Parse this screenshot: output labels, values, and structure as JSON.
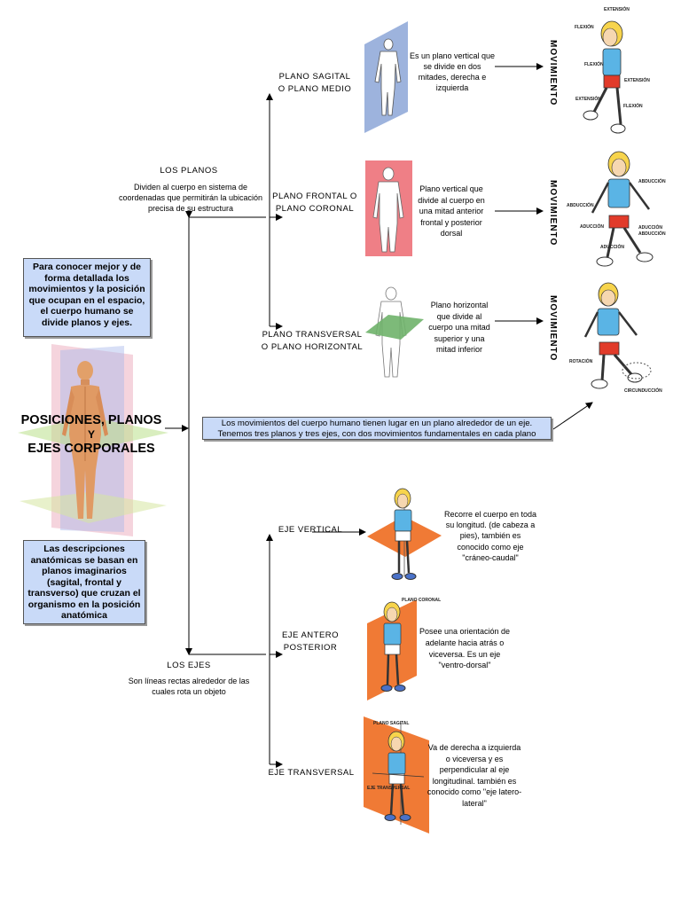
{
  "intro_box": "Para conocer mejor y de forma detallada los movimientos y la posición que ocupan en el espacio, el cuerpo humano se divide planos y ejes.",
  "main_title": {
    "line1": "POSICIONES, PLANOS",
    "line2": "Y",
    "line3": "EJES CORPORALES"
  },
  "descriptions_box": "Las descripciones anatómicas se basan en planos imaginarios (sagital, frontal y transverso) que cruzan el organismo en la posición anatómica",
  "planes": {
    "heading": "LOS PLANOS",
    "description": "Dividen al cuerpo en sistema de coordenadas que permitirán la ubicación precisa de su estructura",
    "items": [
      {
        "name_l1": "PLANO SAGITAL",
        "name_l2": "O PLANO MEDIO",
        "description": "Es un plano vertical que se divide en dos mitades, derecha e izquierda",
        "color": "#9db3dd"
      },
      {
        "name_l1": "PLANO FRONTAL O",
        "name_l2": "PLANO CORONAL",
        "description": "Plano vertical que divide al cuerpo en una mitad anterior frontal y posterior dorsal",
        "color": "#ef7f86"
      },
      {
        "name_l1": "PLANO TRANSVERSAL",
        "name_l2": "O PLANO HORIZONTAL",
        "description": "Plano horizontal que divide al cuerpo una mitad superior y una mitad inferior",
        "color": "#6fb36a"
      }
    ]
  },
  "movement_label": "MOVIMIENTO",
  "movement_figures": {
    "fig1": [
      "EXTENSIÓN",
      "FLEXIÓN",
      "FLEXIÓN",
      "EXTENSIÓN",
      "EXTENSIÓN",
      "FLEXIÓN"
    ],
    "fig2": [
      "ABDUCCIÓN",
      "ABDUCCIÓN",
      "ADUCCIÓN",
      "ADUCCIÓN",
      "ABDUCCIÓN",
      "ADUCCIÓN"
    ],
    "fig3": [
      "ROTACIÓN",
      "CIRCUNDUCCIÓN"
    ]
  },
  "info_box": "Los movimientos del cuerpo humano tienen lugar en un plano alrededor de un eje. Tenemos tres planos y tres ejes, con dos movimientos fundamentales en cada plano",
  "axes": {
    "heading": "LOS EJES",
    "description": "Son líneas rectas alrededor de las cuales rota un objeto",
    "items": [
      {
        "name_l1": "EJE VERTICAL",
        "name_l2": "",
        "description": "Recorre el cuerpo en toda su longitud. (de cabeza a pies), también es conocido como eje \"cráneo-caudal\""
      },
      {
        "name_l1": "EJE ANTERO",
        "name_l2": "POSTERIOR",
        "description": "Posee una orientación de adelante hacia atrás o viceversa. Es un eje \"ventro-dorsal\""
      },
      {
        "name_l1": "EJE TRANSVERSAL",
        "name_l2": "",
        "description": "Va de derecha a izquierda o viceversa y es perpendicular al eje longitudinal. también es conocido como \"eje latero-lateral\""
      }
    ],
    "fig_labels": [
      "PLANO CORONAL",
      "PLANO SAGITAL",
      "EJE TRANSVERSAL"
    ]
  },
  "colors": {
    "box_fill": "#c9daf8",
    "axis_plane": "#f07a35",
    "figure_shirt": "#5ab4e5",
    "figure_shorts": "#e13b2a"
  }
}
